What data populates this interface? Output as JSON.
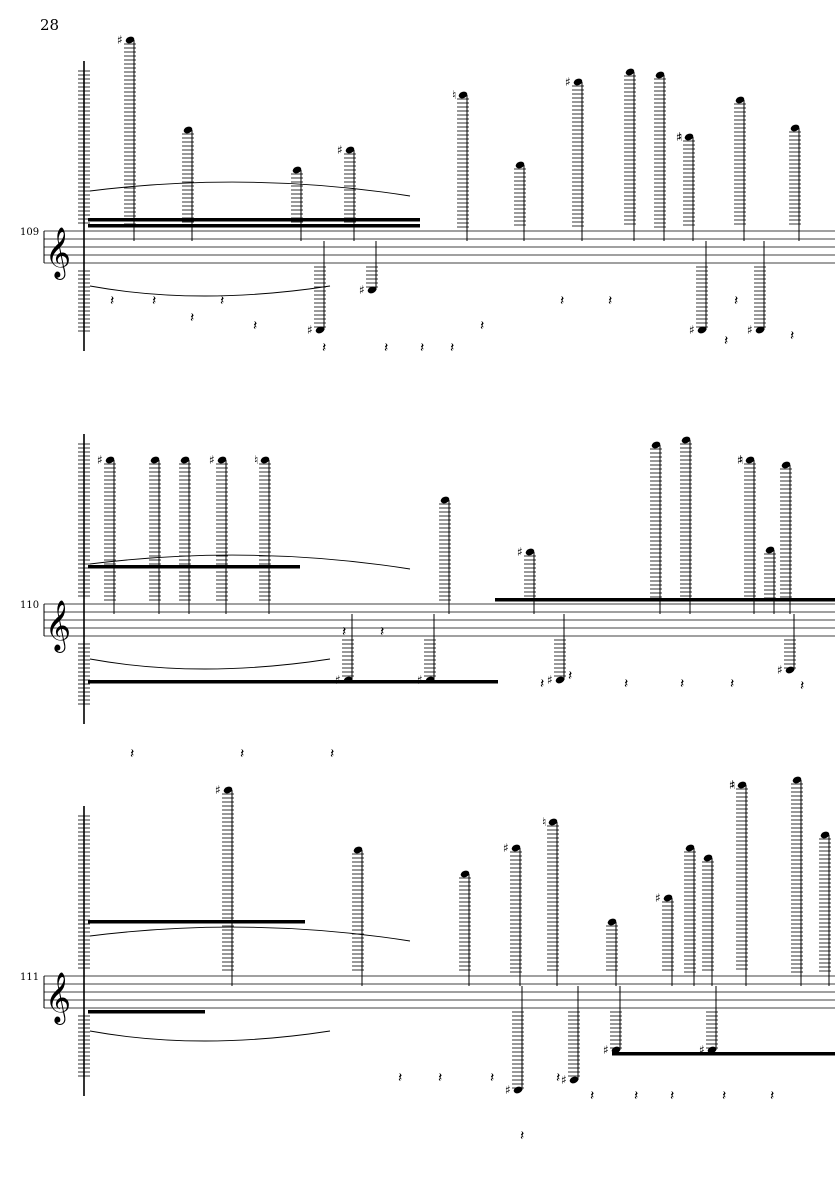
{
  "page": {
    "number": "28"
  },
  "systems": [
    {
      "measure": "109",
      "clef": "treble-clef"
    },
    {
      "measure": "110",
      "clef": "treble-clef"
    },
    {
      "measure": "111",
      "clef": "treble-clef"
    }
  ],
  "icons": {
    "clef": "treble-clef",
    "accidentals": [
      "sharp",
      "natural"
    ],
    "rests": [
      "quarter-rest",
      "eighth-rest"
    ]
  }
}
